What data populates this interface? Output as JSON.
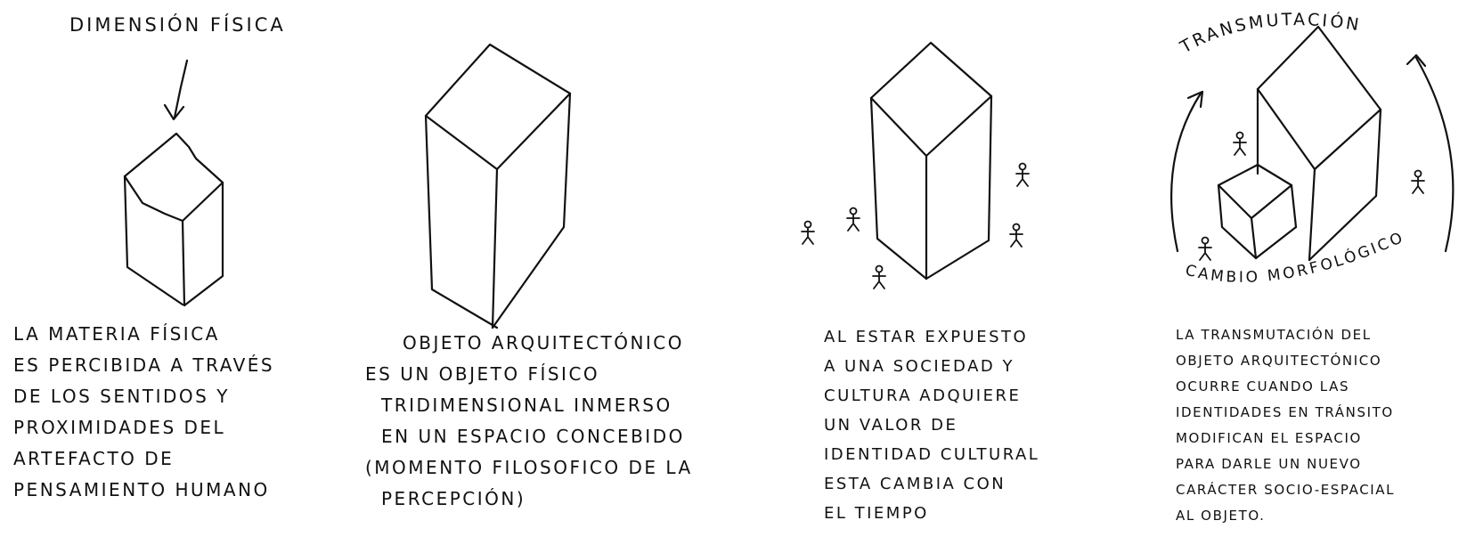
{
  "panel1": {
    "header": "DIMENSIÓN FÍSICA",
    "caption": [
      "LA MATERIA FÍSICA",
      "ES PERCIBIDA A TRAVÉS",
      "DE LOS SENTIDOS Y",
      "PROXIMIDADES DEL",
      "ARTEFACTO DE",
      "PENSAMIENTO HUMANO"
    ]
  },
  "panel2": {
    "caption": [
      "OBJETO ARQUITECTÓNICO",
      "ES UN OBJETO FÍSICO",
      "TRIDIMENSIONAL INMERSO",
      "EN UN ESPACIO CONCEBIDO",
      "(MOMENTO FILOSOFICO DE LA",
      "PERCEPCIÓN)"
    ]
  },
  "panel3": {
    "caption": [
      "AL ESTAR EXPUESTO",
      "A UNA SOCIEDAD Y",
      "CULTURA ADQUIERE",
      "UN VALOR DE",
      "IDENTIDAD CULTURAL",
      "ESTA CAMBIA CON",
      "EL TIEMPO"
    ]
  },
  "panel4": {
    "arc_top": "TRANSMUTACIÓN",
    "arc_bottom": "CAMBIO MORFOLÓGICO",
    "caption": [
      "LA TRANSMUTACIÓN DEL",
      "OBJETO ARQUITECTÓNICO",
      "OCURRE CUANDO LAS",
      "IDENTIDADES EN TRÁNSITO",
      "MODIFICAN EL ESPACIO",
      "PARA DARLE UN NUEVO",
      "CARÁCTER SOCIO-ESPACIAL",
      "AL OBJETO."
    ]
  }
}
